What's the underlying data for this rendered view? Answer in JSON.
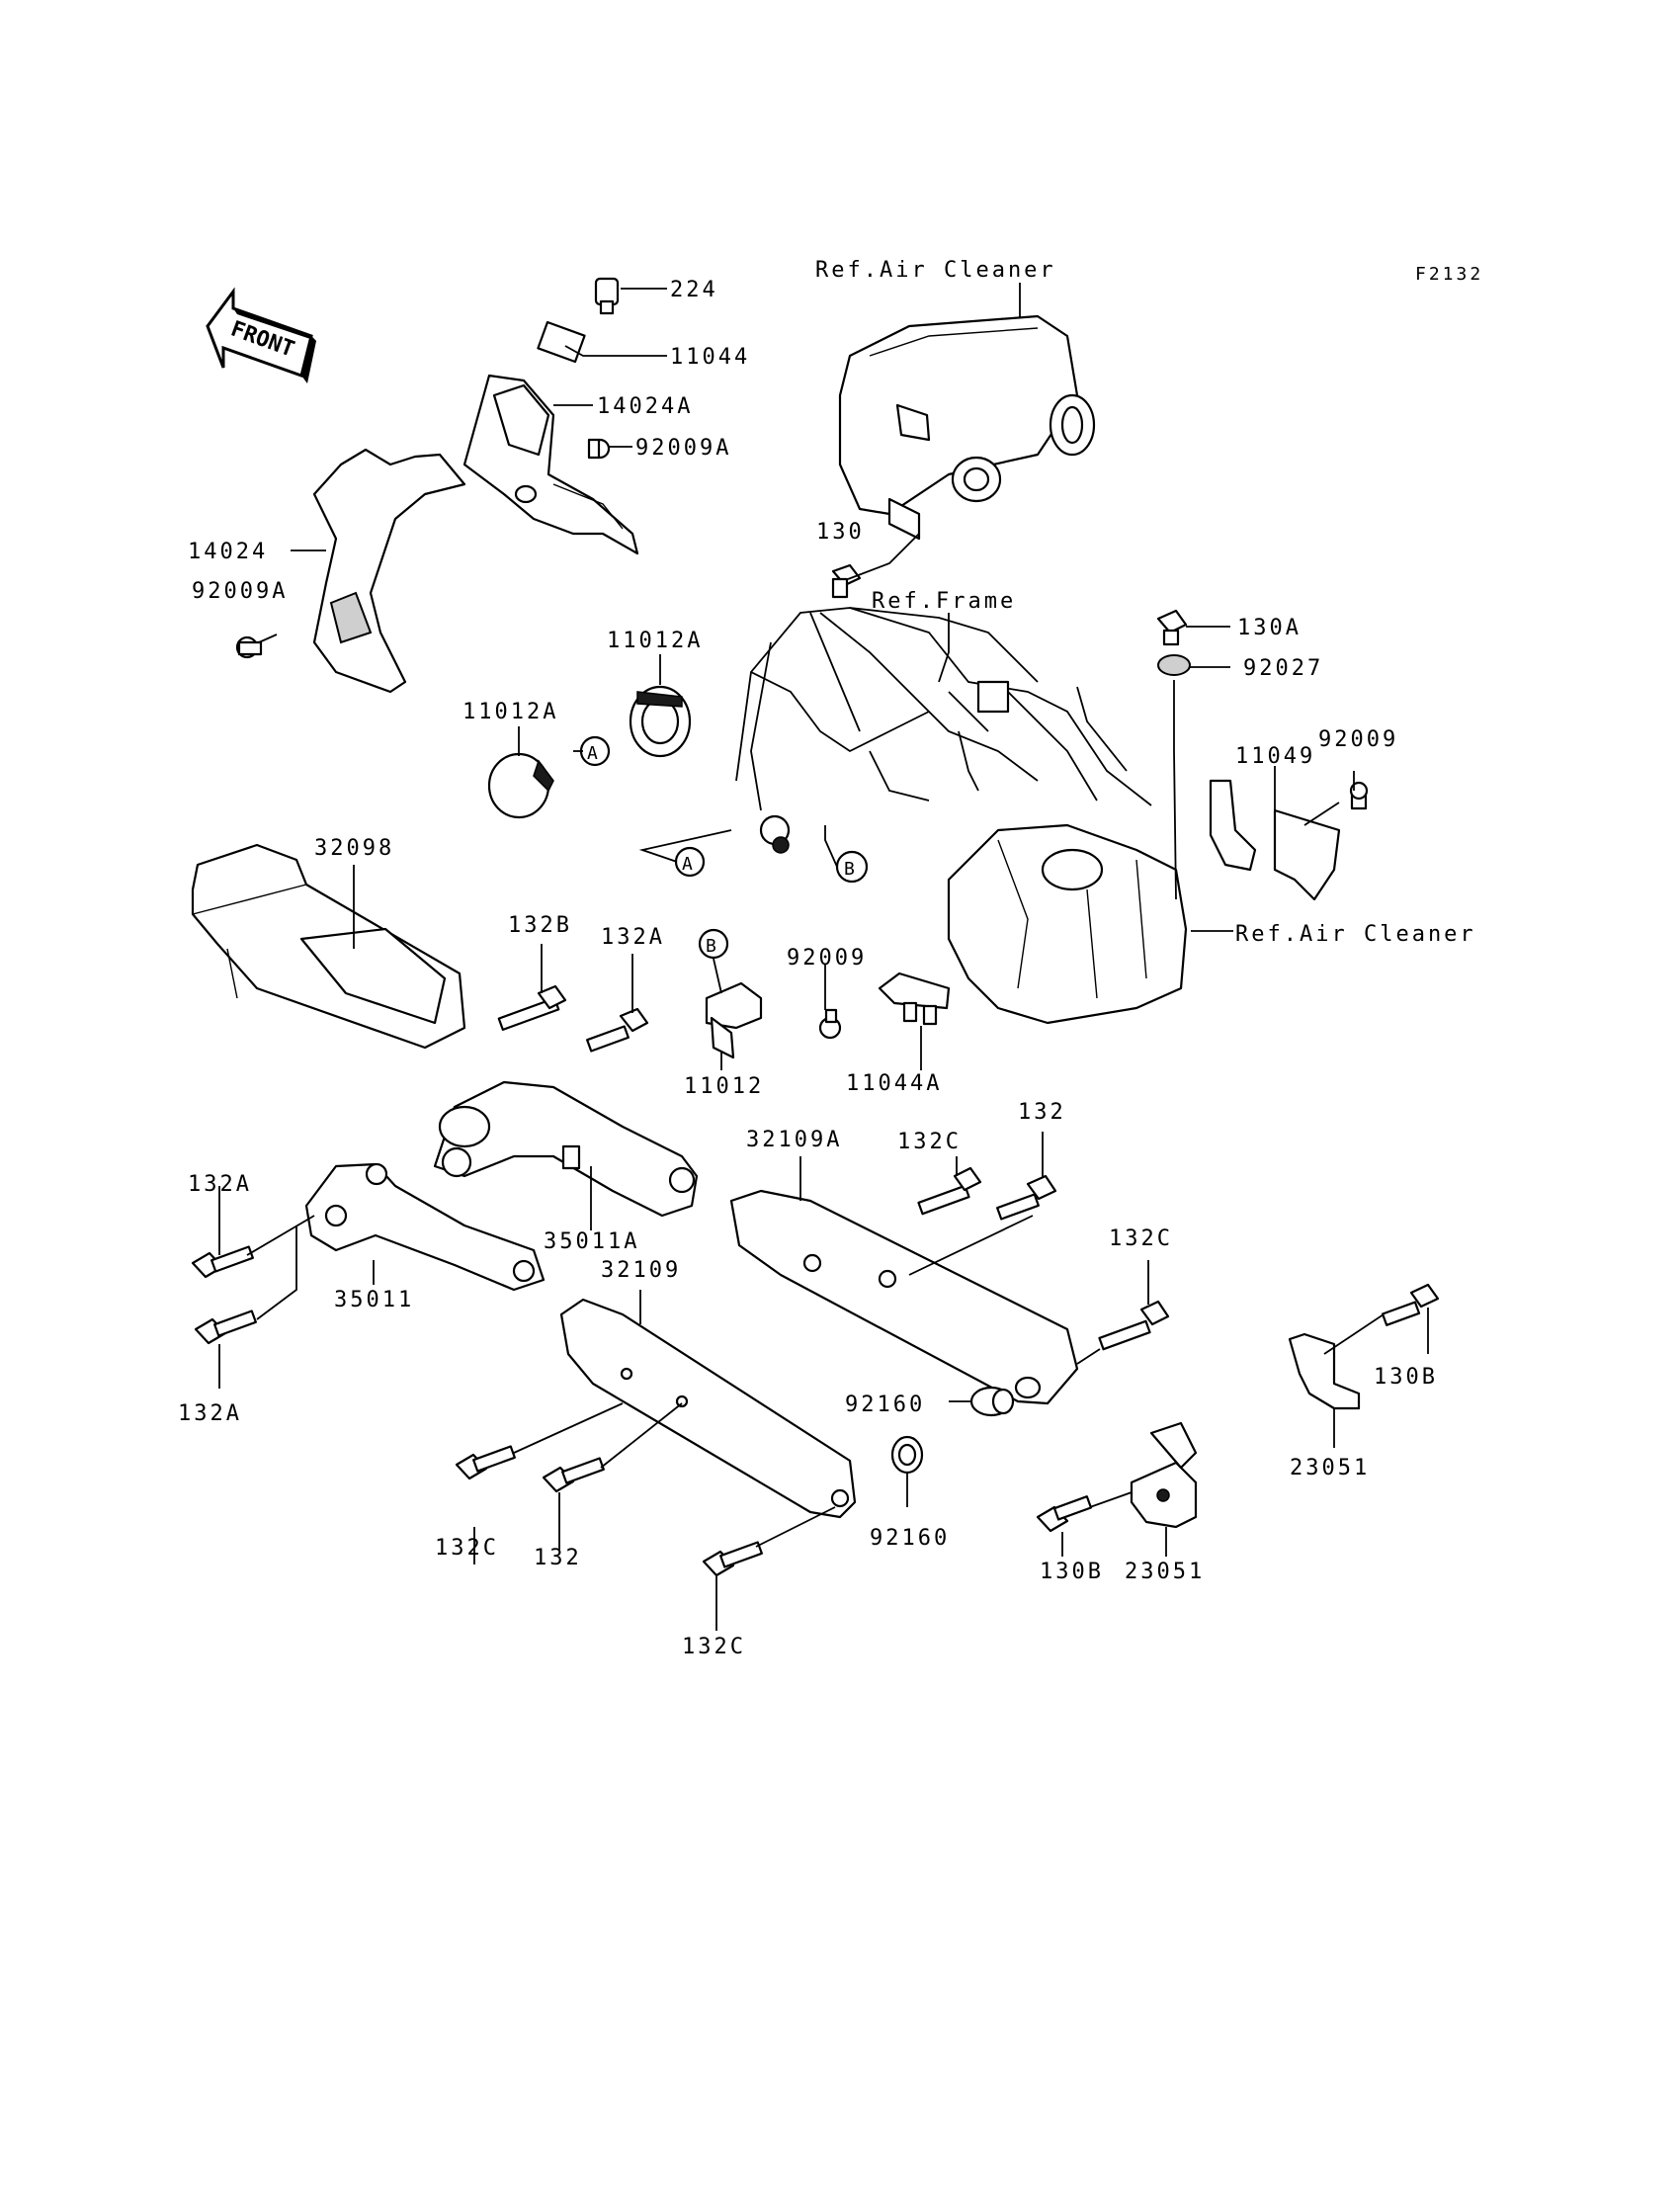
{
  "figure_code": "F2132",
  "front_label": "FRONT",
  "callouts": {
    "a1": "A",
    "a2": "A",
    "b1": "B",
    "b2": "B"
  },
  "labels": [
    {
      "id": "l224",
      "text": "224"
    },
    {
      "id": "l11044",
      "text": "11044"
    },
    {
      "id": "l14024a",
      "text": "14024A"
    },
    {
      "id": "l92009a_top",
      "text": "92009A"
    },
    {
      "id": "l14024",
      "text": "14024"
    },
    {
      "id": "l92009a_left",
      "text": "92009A"
    },
    {
      "id": "lref_air_top",
      "text": "Ref.Air Cleaner"
    },
    {
      "id": "l130",
      "text": "130"
    },
    {
      "id": "lref_frame",
      "text": "Ref.Frame"
    },
    {
      "id": "l130a",
      "text": "130A"
    },
    {
      "id": "l92027",
      "text": "92027"
    },
    {
      "id": "l92009_right",
      "text": "92009"
    },
    {
      "id": "l11049",
      "text": "11049"
    },
    {
      "id": "lref_air_right",
      "text": "Ref.Air Cleaner"
    },
    {
      "id": "l11012a_top",
      "text": "11012A"
    },
    {
      "id": "l11012a_left",
      "text": "11012A"
    },
    {
      "id": "l32098",
      "text": "32098"
    },
    {
      "id": "l132b",
      "text": "132B"
    },
    {
      "id": "l132a_mid",
      "text": "132A"
    },
    {
      "id": "l92009_mid",
      "text": "92009"
    },
    {
      "id": "l11012",
      "text": "11012"
    },
    {
      "id": "l11044a",
      "text": "11044A"
    },
    {
      "id": "l132a_left",
      "text": "132A"
    },
    {
      "id": "l35011a",
      "text": "35011A"
    },
    {
      "id": "l35011",
      "text": "35011"
    },
    {
      "id": "l132a_bottom",
      "text": "132A"
    },
    {
      "id": "l32109a",
      "text": "32109A"
    },
    {
      "id": "l132c_top",
      "text": "132C"
    },
    {
      "id": "l132_top",
      "text": "132"
    },
    {
      "id": "l132c_right",
      "text": "132C"
    },
    {
      "id": "l32109",
      "text": "32109"
    },
    {
      "id": "l92160_right",
      "text": "92160"
    },
    {
      "id": "l92160_bottom",
      "text": "92160"
    },
    {
      "id": "l132c_left",
      "text": "132C"
    },
    {
      "id": "l132_bottom",
      "text": "132"
    },
    {
      "id": "l132c_bottom",
      "text": "132C"
    },
    {
      "id": "l130b_right",
      "text": "130B"
    },
    {
      "id": "l23051_right",
      "text": "23051"
    },
    {
      "id": "l130b_bottom",
      "text": "130B"
    },
    {
      "id": "l23051_bottom",
      "text": "23051"
    }
  ]
}
